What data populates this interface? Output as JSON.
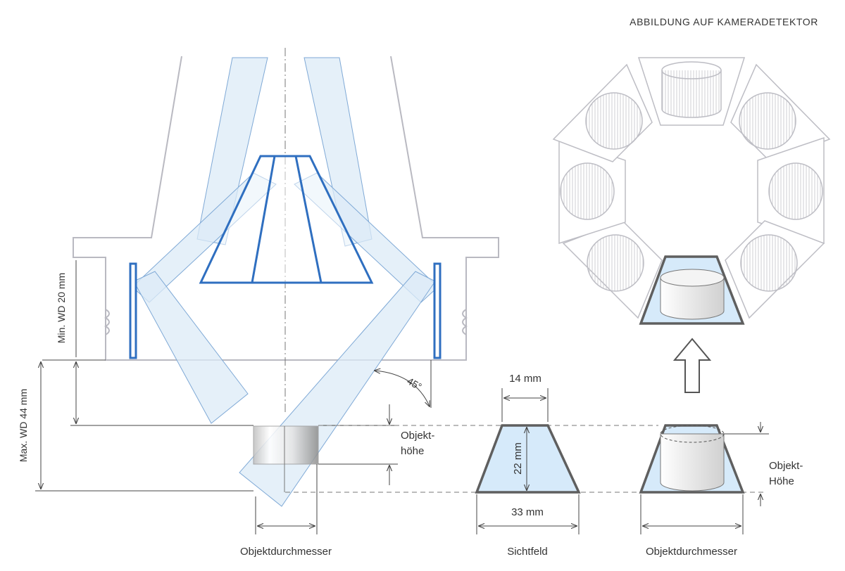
{
  "labels": {
    "title": "ABBILDUNG AUF KAMERADETEKTOR",
    "min_wd": "Min. WD 20 mm",
    "max_wd": "Max. WD 44 mm",
    "angle": "45°",
    "objekt_hoehe_lower": [
      "Objekt-",
      "höhe"
    ],
    "objekt_hoehe_upper": [
      "Objekt-",
      "Höhe"
    ],
    "objektdurchmesser_left": "Objektdurchmesser",
    "objektdurchmesser_right": "Objektdurchmesser",
    "sichtfeld": "Sichtfeld",
    "top_width": "14 mm",
    "height": "22 mm",
    "bottom_width": "33 mm"
  },
  "colors": {
    "beam_fill": "#dcebf7",
    "beam_stroke": "#7fa9d6",
    "optic_blue": "#2f6fc0",
    "housing": "#b9b9c1",
    "dim_line": "#444444",
    "fov_fill": "#d6eafa",
    "fov_stroke": "#5f5f5f",
    "text": "#333333"
  }
}
